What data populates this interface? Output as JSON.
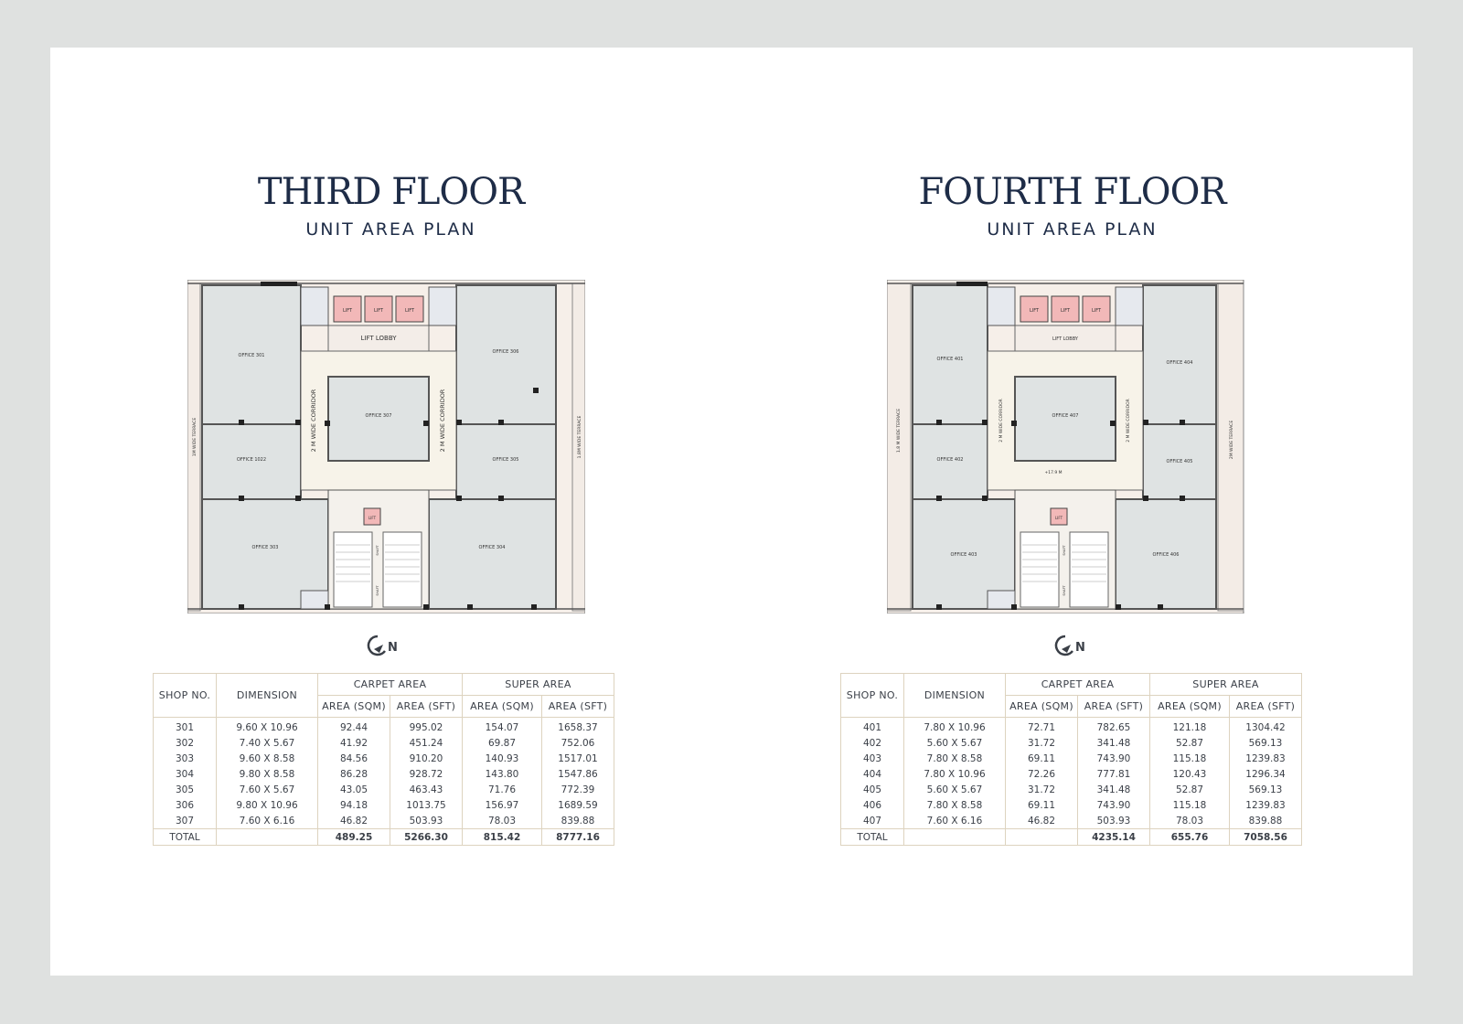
{
  "floors": [
    {
      "title": "THIRD FLOOR",
      "subtitle": "UNIT AREA PLAN",
      "plan": {
        "offices": [
          "OFFICE 301",
          "OFFICE 1022",
          "OFFICE 303",
          "OFFICE 307",
          "OFFICE 306",
          "OFFICE 305",
          "OFFICE 304"
        ],
        "lift_label": "LIFT",
        "lift_lobby": "LIFT LOBBY",
        "corridor": "2 M WIDE CORRIDOR",
        "terrace_left": "1M WIDE TERRACE",
        "terrace_right": "1.8M WIDE TERRACE",
        "shaft": "SHAFT",
        "compass": "N"
      },
      "table": {
        "headers": {
          "shop_no": "SHOP NO.",
          "dimension": "DIMENSION",
          "carpet_area": "CARPET AREA",
          "super_area": "SUPER AREA",
          "area_sqm": "AREA (SQM)",
          "area_sft": "AREA (SFT)"
        },
        "rows": [
          [
            "301",
            "9.60 X 10.96",
            "92.44",
            "995.02",
            "154.07",
            "1658.37"
          ],
          [
            "302",
            "7.40 X 5.67",
            "41.92",
            "451.24",
            "69.87",
            "752.06"
          ],
          [
            "303",
            "9.60 X 8.58",
            "84.56",
            "910.20",
            "140.93",
            "1517.01"
          ],
          [
            "304",
            "9.80 X 8.58",
            "86.28",
            "928.72",
            "143.80",
            "1547.86"
          ],
          [
            "305",
            "7.60 X 5.67",
            "43.05",
            "463.43",
            "71.76",
            "772.39"
          ],
          [
            "306",
            "9.80 X 10.96",
            "94.18",
            "1013.75",
            "156.97",
            "1689.59"
          ],
          [
            "307",
            "7.60 X 6.16",
            "46.82",
            "503.93",
            "78.03",
            "839.88"
          ]
        ],
        "total": [
          "TOTAL",
          "",
          "489.25",
          "5266.30",
          "815.42",
          "8777.16"
        ]
      }
    },
    {
      "title": "FOURTH FLOOR",
      "subtitle": "UNIT AREA PLAN",
      "plan": {
        "offices": [
          "OFFICE 401",
          "OFFICE 402",
          "OFFICE 403",
          "OFFICE 407",
          "OFFICE 404",
          "OFFICE 405",
          "OFFICE 406"
        ],
        "lift_label": "LIFT",
        "lift_lobby": "LIFT LOBBY",
        "corridor": "2 M WIDE CORRIDOR",
        "terrace_left": "1.8 M WIDE TERRACE",
        "terrace_right": "2M WIDE TERRACE",
        "shaft": "SHAFT",
        "level": "+17.9 M",
        "compass": "N"
      },
      "table": {
        "headers": {
          "shop_no": "SHOP NO.",
          "dimension": "DIMENSION",
          "carpet_area": "CARPET AREA",
          "super_area": "SUPER AREA",
          "area_sqm": "AREA (SQM)",
          "area_sft": "AREA (SFT)"
        },
        "rows": [
          [
            "401",
            "7.80 X 10.96",
            "72.71",
            "782.65",
            "121.18",
            "1304.42"
          ],
          [
            "402",
            "5.60 X 5.67",
            "31.72",
            "341.48",
            "52.87",
            "569.13"
          ],
          [
            "403",
            "7.80 X 8.58",
            "69.11",
            "743.90",
            "115.18",
            "1239.83"
          ],
          [
            "404",
            "7.80 X 10.96",
            "72.26",
            "777.81",
            "120.43",
            "1296.34"
          ],
          [
            "405",
            "5.60 X 5.67",
            "31.72",
            "341.48",
            "52.87",
            "569.13"
          ],
          [
            "406",
            "7.80 X 8.58",
            "69.11",
            "743.90",
            "115.18",
            "1239.83"
          ],
          [
            "407",
            "7.60 X 6.16",
            "46.82",
            "503.93",
            "78.03",
            "839.88"
          ]
        ],
        "total": [
          "TOTAL",
          "",
          "",
          "4235.14",
          "655.76",
          "7058.56"
        ]
      }
    }
  ]
}
